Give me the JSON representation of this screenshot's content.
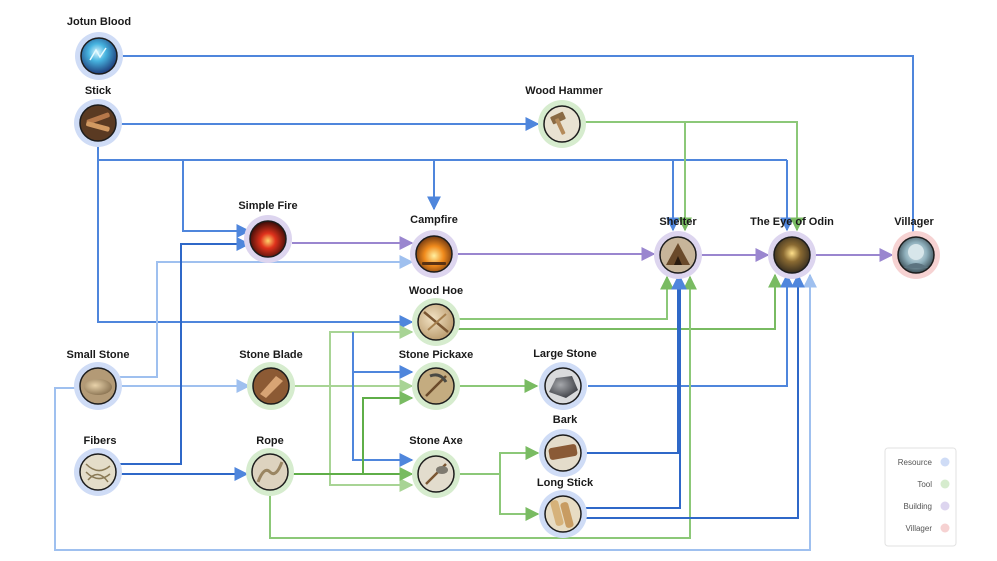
{
  "colors": {
    "resource": "#8fb3ec",
    "resource_ring": "#cfdcf6",
    "tool": "#8cc878",
    "tool_ring": "#d6ecce",
    "building": "#9a86cf",
    "building_ring": "#ddd5ef",
    "villager": "#e89a9a",
    "villager_ring": "#f6d2d2",
    "edge_blue": "#4f86dc",
    "edge_lightblue": "#9fc0ef",
    "edge_green": "#79bb62",
    "edge_lightgreen": "#a8d495",
    "edge_purple": "#9a86cf"
  },
  "nodes": [
    {
      "id": "jotun-blood",
      "label": "Jotun Blood",
      "category": "resource",
      "icon": "jotun-blood-icon"
    },
    {
      "id": "stick",
      "label": "Stick",
      "category": "resource",
      "icon": "stick-icon"
    },
    {
      "id": "wood-hammer",
      "label": "Wood Hammer",
      "category": "tool",
      "icon": "wood-hammer-icon"
    },
    {
      "id": "simple-fire",
      "label": "Simple Fire",
      "category": "building",
      "icon": "simple-fire-icon"
    },
    {
      "id": "campfire",
      "label": "Campfire",
      "category": "building",
      "icon": "campfire-icon"
    },
    {
      "id": "shelter",
      "label": "Shelter",
      "category": "building",
      "icon": "shelter-icon"
    },
    {
      "id": "eye-of-odin",
      "label": "The Eye of Odin",
      "category": "building",
      "icon": "eye-of-odin-icon"
    },
    {
      "id": "villager",
      "label": "Villager",
      "category": "villager",
      "icon": "villager-icon"
    },
    {
      "id": "wood-hoe",
      "label": "Wood Hoe",
      "category": "tool",
      "icon": "wood-hoe-icon"
    },
    {
      "id": "small-stone",
      "label": "Small Stone",
      "category": "resource",
      "icon": "small-stone-icon"
    },
    {
      "id": "stone-blade",
      "label": "Stone Blade",
      "category": "tool",
      "icon": "stone-blade-icon"
    },
    {
      "id": "stone-pickaxe",
      "label": "Stone Pickaxe",
      "category": "tool",
      "icon": "stone-pickaxe-icon"
    },
    {
      "id": "large-stone",
      "label": "Large Stone",
      "category": "resource",
      "icon": "large-stone-icon"
    },
    {
      "id": "fibers",
      "label": "Fibers",
      "category": "resource",
      "icon": "fibers-icon"
    },
    {
      "id": "rope",
      "label": "Rope",
      "category": "tool",
      "icon": "rope-icon"
    },
    {
      "id": "stone-axe",
      "label": "Stone Axe",
      "category": "tool",
      "icon": "stone-axe-icon"
    },
    {
      "id": "bark",
      "label": "Bark",
      "category": "resource",
      "icon": "bark-icon"
    },
    {
      "id": "long-stick",
      "label": "Long Stick",
      "category": "resource",
      "icon": "long-stick-icon"
    }
  ],
  "edges": [
    {
      "from": "jotun-blood",
      "to": "villager"
    },
    {
      "from": "stick",
      "to": "wood-hammer"
    },
    {
      "from": "stick",
      "to": "shelter"
    },
    {
      "from": "stick",
      "to": "eye-of-odin"
    },
    {
      "from": "stick",
      "to": "campfire"
    },
    {
      "from": "stick",
      "to": "simple-fire"
    },
    {
      "from": "stick",
      "to": "wood-hoe"
    },
    {
      "from": "wood-hammer",
      "to": "shelter"
    },
    {
      "from": "wood-hammer",
      "to": "eye-of-odin"
    },
    {
      "from": "simple-fire",
      "to": "campfire"
    },
    {
      "from": "campfire",
      "to": "shelter"
    },
    {
      "from": "shelter",
      "to": "eye-of-odin"
    },
    {
      "from": "eye-of-odin",
      "to": "villager"
    },
    {
      "from": "wood-hoe",
      "to": "shelter"
    },
    {
      "from": "wood-hoe",
      "to": "eye-of-odin"
    },
    {
      "from": "small-stone",
      "to": "campfire"
    },
    {
      "from": "small-stone",
      "to": "stone-blade"
    },
    {
      "from": "small-stone",
      "to": "eye-of-odin"
    },
    {
      "from": "stone-blade",
      "to": "stone-pickaxe"
    },
    {
      "from": "stone-blade",
      "to": "stone-axe"
    },
    {
      "from": "stone-blade",
      "to": "wood-hoe"
    },
    {
      "from": "stone-pickaxe",
      "to": "large-stone"
    },
    {
      "from": "large-stone",
      "to": "eye-of-odin"
    },
    {
      "from": "fibers",
      "to": "simple-fire"
    },
    {
      "from": "fibers",
      "to": "rope"
    },
    {
      "from": "rope",
      "to": "stone-pickaxe"
    },
    {
      "from": "rope",
      "to": "stone-axe"
    },
    {
      "from": "rope",
      "to": "shelter"
    },
    {
      "from": "stone-axe",
      "to": "bark"
    },
    {
      "from": "stone-axe",
      "to": "long-stick"
    },
    {
      "from": "bark",
      "to": "shelter"
    },
    {
      "from": "long-stick",
      "to": "shelter"
    },
    {
      "from": "long-stick",
      "to": "eye-of-odin"
    }
  ],
  "legend": [
    {
      "label": "Resource",
      "category": "resource"
    },
    {
      "label": "Tool",
      "category": "tool"
    },
    {
      "label": "Building",
      "category": "building"
    },
    {
      "label": "Villager",
      "category": "villager"
    }
  ]
}
